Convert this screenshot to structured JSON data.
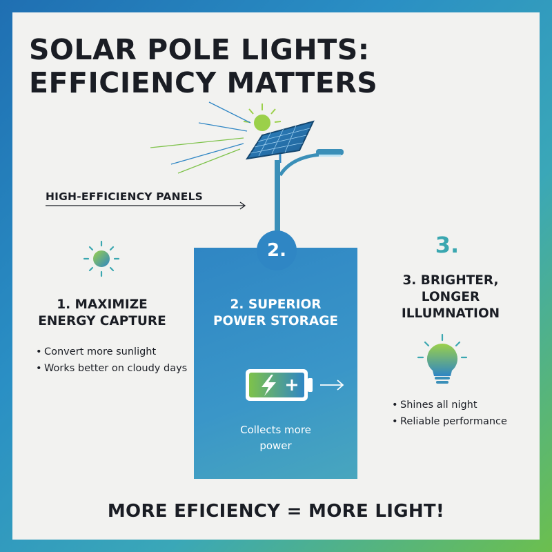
{
  "title": {
    "line1": "SOLAR POLE LIGHTS:",
    "line2": "EFFICIENCY MATTERS"
  },
  "panel_label": "HIGH-EFFICIENCY PANELS",
  "column1": {
    "heading_line1": "1.  MAXIMIZE",
    "heading_line2": "ENERGY CAPTURE",
    "icon": "sun-icon",
    "bullets": [
      "Convert more sunlight",
      "Works better on cloudy days"
    ]
  },
  "column2": {
    "number": "2.",
    "heading_line1": "2.  SUPERIOR",
    "heading_line2": "POWER STORAGE",
    "icon": "battery-charging-icon",
    "description_line1": "Collects more",
    "description_line2": "power"
  },
  "column3": {
    "number": "3.",
    "heading_line1": "3.  BRIGHTER,",
    "heading_line2": "LONGER",
    "heading_line3": "ILLUMNATION",
    "icon": "light-bulb-icon",
    "bullets": [
      "Shines all night",
      "Reliable performance"
    ]
  },
  "footer": "MORE EFICIENCY = MORE LIGHT!",
  "colors": {
    "background_gradient_start": "#1f6fb2",
    "background_gradient_end": "#6cbf4e",
    "card": "#f2f2f0",
    "accent_blue": "#2f86c4",
    "accent_teal": "#3aa7b0",
    "accent_green": "#7ec24a",
    "text": "#1a1d24"
  }
}
